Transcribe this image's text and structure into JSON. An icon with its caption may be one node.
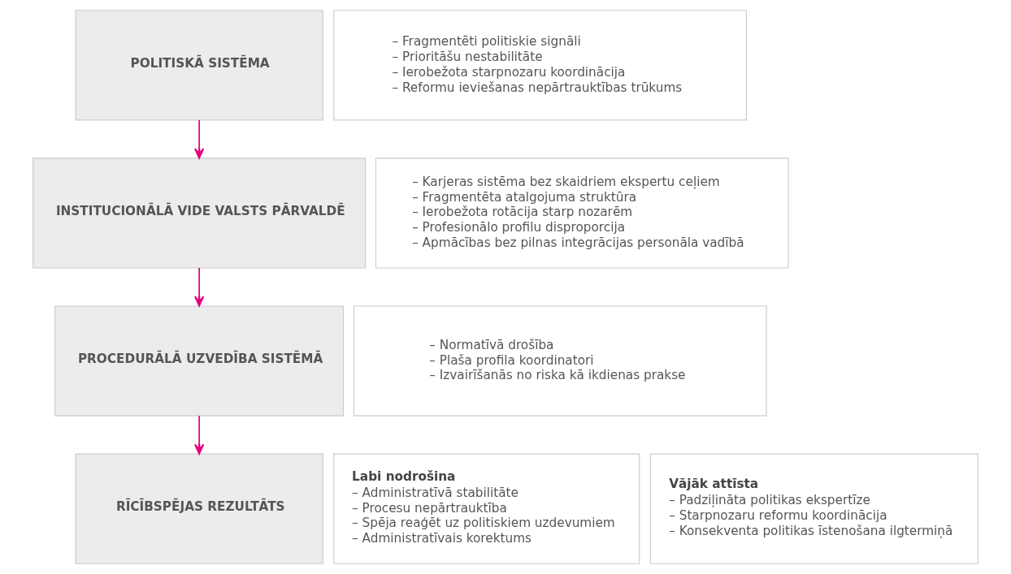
{
  "diagram": {
    "nodes": [
      {
        "text": [
          "POLITISKĀ SISTĒMA"
        ]
      },
      {
        "text": [
          "– Fragmentēti politiskie signāli",
          "– Prioritāšu nestabilitāte",
          "– Ierobežota starpnozaru koordinācija",
          "– Reformu ieviešanas nepārtrauktības trūkums"
        ]
      },
      {
        "text": [
          "INSTITUCIONĀLĀ VIDE VALSTS PĀRVALDĒ"
        ]
      },
      {
        "text": [
          "– Karjeras sistēma bez skaidriem ekspertu ceļiem",
          "– Fragmentēta atalgojuma struktūra",
          "– Ierobežota rotācija starp nozarēm",
          "– Profesionālo profilu disproporcija",
          "– Apmācības bez pilnas integrācijas personāla vadībā"
        ]
      },
      {
        "text": [
          "PROCEDURĀLĀ UZVEDĪBA SISTĒMĀ"
        ]
      },
      {
        "text": [
          "– Normatīvā drošība",
          "– Plaša profila koordinatori",
          "– Izvairīšanās no riska kā ikdienas prakse"
        ]
      },
      {
        "text": [
          "RĪCĪBSPĒJAS REZULTĀTS"
        ]
      },
      {
        "text": [
          "Labi nodrošina",
          "– Administratīvā stabilitāte",
          "– Procesu nepārtrauktība",
          "– Spēja reaģēt uz politiskiem uzdevumiem",
          "– Administratīvais korektums"
        ]
      },
      {
        "text": [
          "Vājāk attīsta",
          "– Padziļināta politikas ekspertīze",
          "– Starpnozaru reformu koordinācija",
          "– Konsekventa politikas īstenošana ilgtermiņā"
        ]
      }
    ],
    "edges": [
      {
        "from": 0,
        "to": 2,
        "arrow": "to"
      },
      {
        "from": 2,
        "to": 4,
        "arrow": "to"
      },
      {
        "from": 4,
        "to": 6,
        "arrow": "to"
      }
    ]
  }
}
